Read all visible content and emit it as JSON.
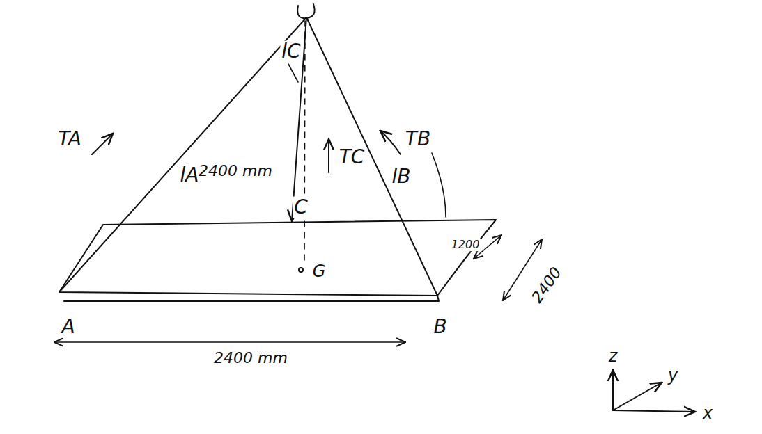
{
  "diagram": {
    "labels": [
      "lC",
      "lA",
      "2400 mm",
      "TC",
      "lB",
      "TA",
      "TB",
      "C",
      "1200",
      "G",
      "2400",
      "A",
      "B",
      "2400 mm",
      "z",
      "y",
      "x"
    ]
  }
}
